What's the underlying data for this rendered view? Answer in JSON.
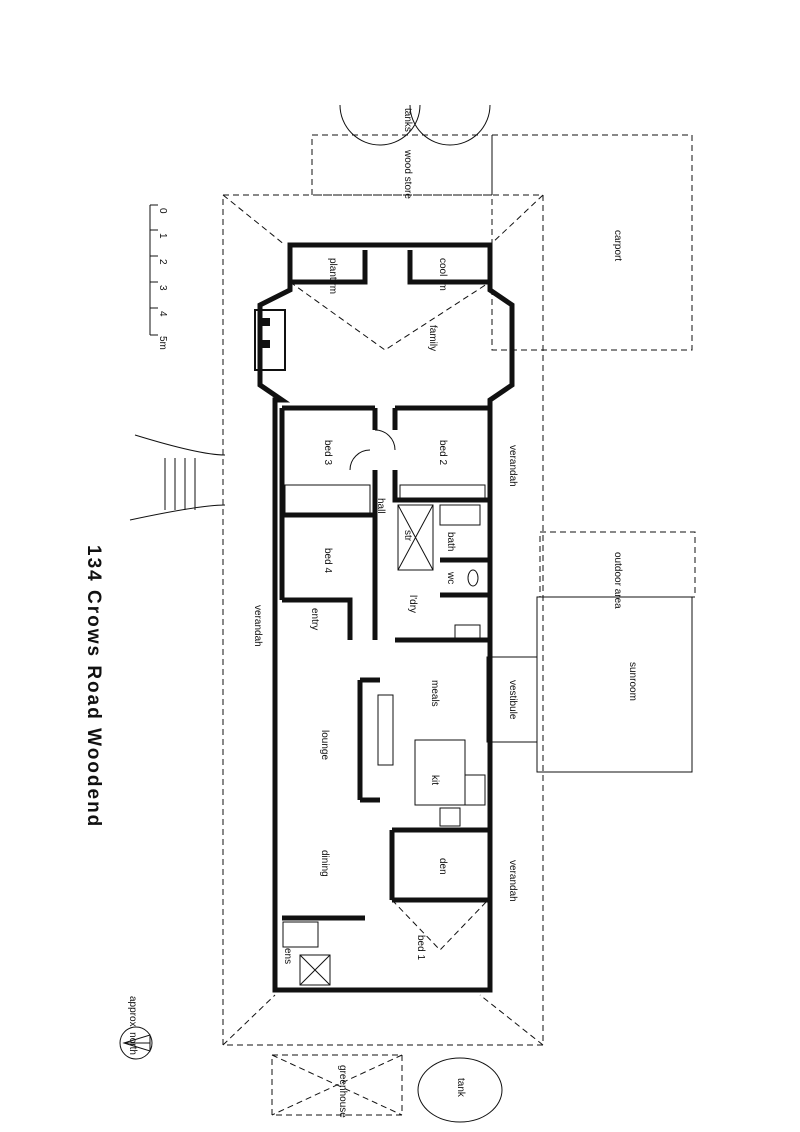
{
  "title": "134 Crows Road Woodend",
  "scale": {
    "ticks": [
      "0",
      "1",
      "2",
      "3",
      "4",
      "5m"
    ]
  },
  "north": {
    "label": "approx. north"
  },
  "rooms": {
    "tanks": "tanks",
    "wood_store": "wood store",
    "carport": "carport",
    "plant_rm": "plant rm",
    "cool_rm": "cool rm",
    "family": "family",
    "bed3": "bed 3",
    "bed2": "bed 2",
    "verandah_east": "verandah",
    "hall": "hall",
    "bed4": "bed 4",
    "bath": "bath",
    "str": "str",
    "wc": "wc",
    "outdoor_area": "outdoor area",
    "ldry": "l'dry",
    "entry": "entry",
    "verandah_west": "verandah",
    "sunroom": "sunroom",
    "meals": "meals",
    "vestibule": "vestibule",
    "lounge": "lounge",
    "kit": "kit",
    "dining": "dining",
    "den": "den",
    "verandah_south": "verandah",
    "bed1": "bed 1",
    "ens": "ens",
    "greenhouse": "greenhouse",
    "tank": "tank"
  }
}
